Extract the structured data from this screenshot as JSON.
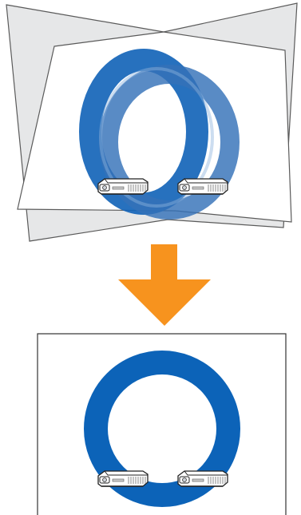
{
  "diagram": {
    "before": {
      "screens": [
        {
          "id": "back-screen",
          "fill": "#e6e7e8",
          "stroke": "#5a5a5a"
        },
        {
          "id": "front-screen",
          "fill": "#ffffff",
          "stroke": "#5a5a5a"
        }
      ],
      "rings": [
        {
          "id": "left-projection",
          "color": "#1565b8",
          "opacity": 0.9
        },
        {
          "id": "right-projection",
          "color": "#2f6fb6",
          "opacity": 0.85
        }
      ],
      "projectors": [
        "projector-left",
        "projector-right"
      ]
    },
    "arrow": {
      "color": "#f7931e",
      "direction": "down"
    },
    "after": {
      "screen": {
        "fill": "#ffffff",
        "stroke": "#333333"
      },
      "ring": {
        "color": "#0c63b8"
      },
      "projectors": [
        "projector-left",
        "projector-right"
      ]
    }
  },
  "colors": {
    "projector_body": "#ffffff",
    "projector_outline": "#222222",
    "projector_detail": "#9a9a9a"
  }
}
